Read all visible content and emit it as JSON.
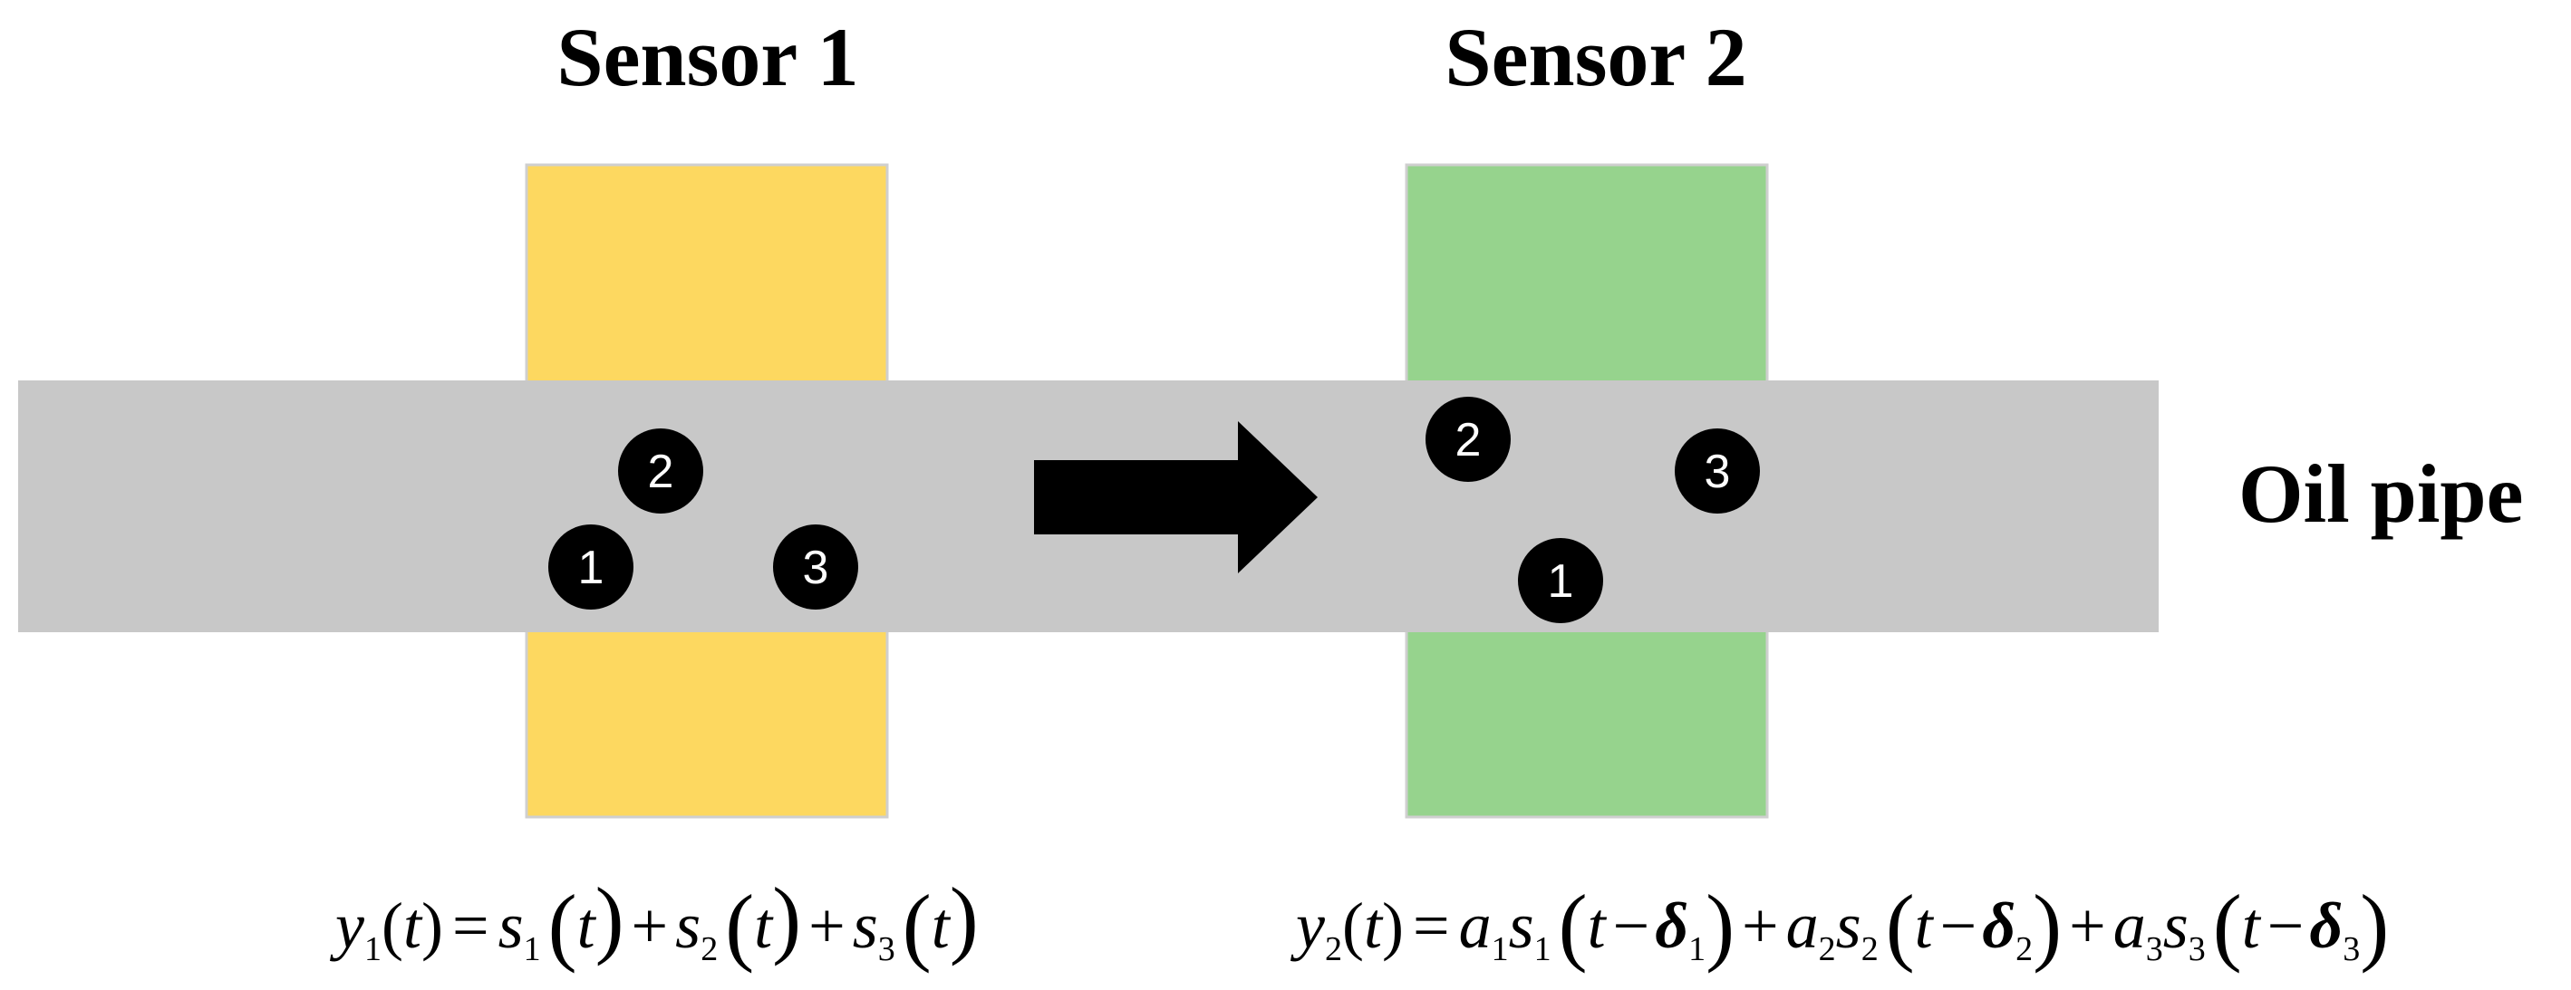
{
  "sensors": [
    {
      "label": "Sensor 1",
      "color": "#FDD860"
    },
    {
      "label": "Sensor 2",
      "color": "#96D38D"
    }
  ],
  "pipe": {
    "label": "Oil pipe",
    "color": "#C8C8C8"
  },
  "particles_sensor_1": [
    "1",
    "2",
    "3"
  ],
  "particles_sensor_2": [
    "1",
    "2",
    "3"
  ],
  "flow_arrow": {
    "icon": "right-arrow-icon",
    "color": "#000000"
  },
  "equations": {
    "y1": "y1(t) = s1(t) + s2(t) + s3(t)",
    "y2": "y2(t) = a1s1(t − δ1) + a2s2(t − δ2) + a3s3(t − δ3)"
  },
  "math_tokens": {
    "y": "y",
    "t": "t",
    "s": "s",
    "a": "a",
    "delta": "δ",
    "eq": "=",
    "plus": "+",
    "minus": "−",
    "lp": "(",
    "rp": ")",
    "one": "1",
    "two": "2",
    "three": "3"
  }
}
